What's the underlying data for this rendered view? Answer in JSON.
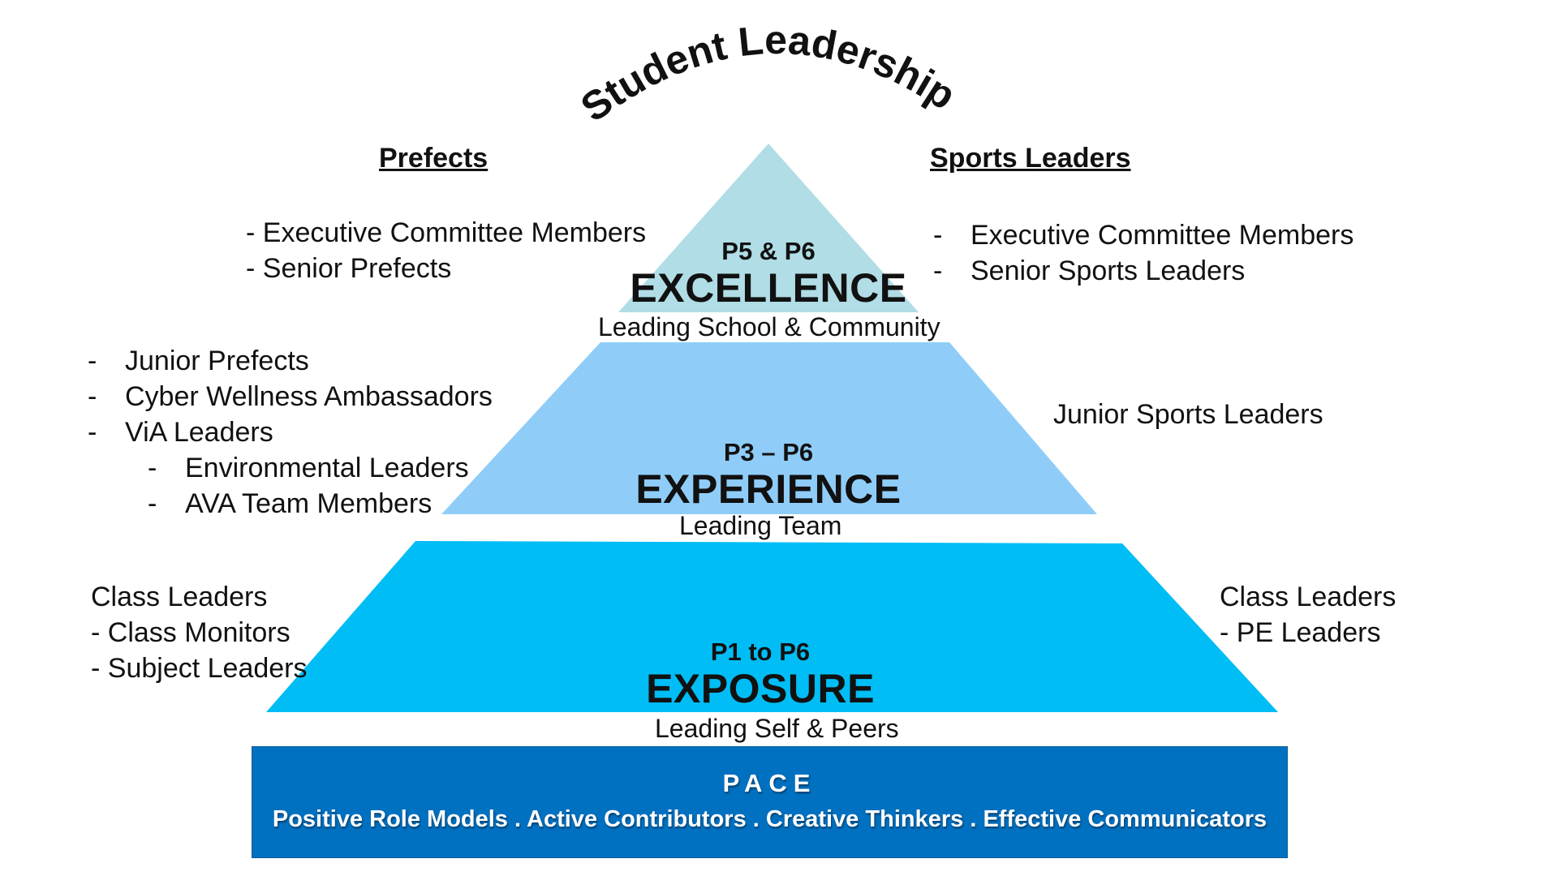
{
  "title": "Student Leadership",
  "colors": {
    "tier_top": "#b0dde6",
    "tier_middle": "#8fcdf8",
    "tier_bottom": "#00bdf5",
    "pace_box": "#0070c0"
  },
  "left_column": {
    "heading": "Prefects",
    "top_items": [
      "- Executive Committee Members",
      "- Senior Prefects"
    ],
    "middle_items": [
      {
        "dash": "-",
        "text": "Junior Prefects"
      },
      {
        "dash": "-",
        "text": "Cyber Wellness Ambassadors"
      },
      {
        "dash": "-",
        "text": "ViA Leaders"
      },
      {
        "dash": "-",
        "text": "Environmental Leaders"
      },
      {
        "dash": "-",
        "text": "AVA Team Members"
      }
    ],
    "bottom_items": [
      "Class Leaders",
      "- Class Monitors",
      "- Subject Leaders"
    ]
  },
  "right_column": {
    "heading": "Sports Leaders",
    "top_items": [
      {
        "dash": "-",
        "text": "Executive Committee Members"
      },
      {
        "dash": "-",
        "text": "Senior Sports Leaders"
      }
    ],
    "middle_item": "Junior Sports Leaders",
    "bottom_items": [
      "Class Leaders",
      "- PE Leaders"
    ]
  },
  "tiers": {
    "top": {
      "grade": "P5 & P6",
      "level": "EXCELLENCE",
      "sub": "Leading School & Community"
    },
    "middle": {
      "grade": "P3 – P6",
      "level": "EXPERIENCE",
      "sub": "Leading Team"
    },
    "bottom": {
      "grade": "P1 to P6",
      "level": "EXPOSURE",
      "sub": "Leading Self & Peers"
    }
  },
  "pace": {
    "title": "PACE",
    "values": "Positive Role Models . Active Contributors . Creative Thinkers . Effective Communicators"
  }
}
